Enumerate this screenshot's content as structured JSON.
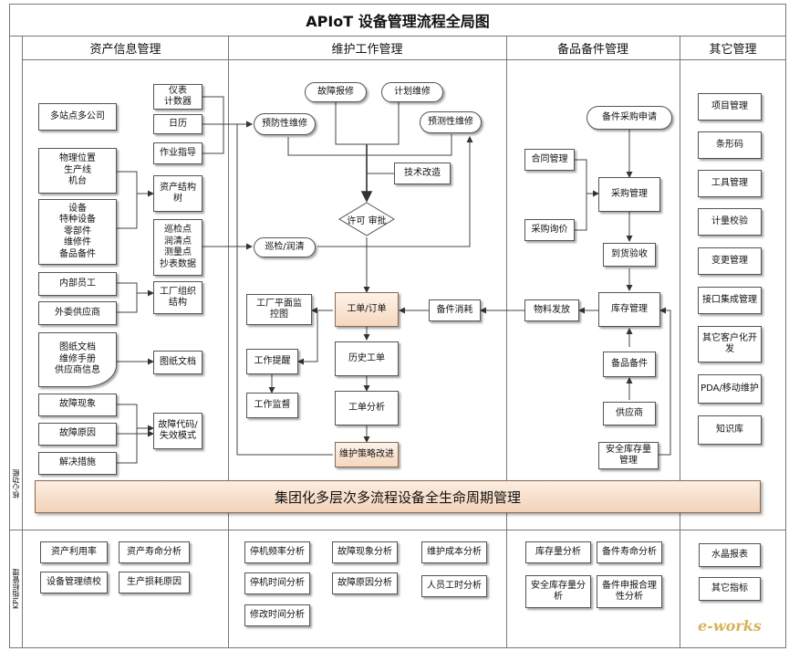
{
  "title": "APIoT   设备管理流程全局图",
  "side_labels": {
    "core": "核心功能",
    "kpi": "KPI指标管理"
  },
  "headers": {
    "asset": "资产信息管理",
    "maintenance": "维护工作管理",
    "spares": "备品备件管理",
    "other": "其它管理"
  },
  "asset": {
    "multi_site": "多站点多公司",
    "location": "物理位置\n生产线\n机台",
    "equipment": "设备\n特种设备\n零部件\n维修件\n备品备件",
    "staff": "内部员工",
    "supplier": "外委供应商",
    "docs": "图纸文档\n维修手册\n供应商信息",
    "fault_symptom": "故障现象",
    "fault_cause": "故障原因",
    "solution": "解决措施",
    "meter": "仪表\n计数器",
    "calendar": "日历",
    "job_guide": "作业指导",
    "structure_tree": "资产结构\n树",
    "inspection_points": "巡检点\n润清点\n测量点\n抄表数据",
    "factory_org": "工厂组织\n结构",
    "drawing_docs": "图纸文档",
    "fault_code": "故障代码/\n失效模式"
  },
  "maintenance": {
    "breakdown": "故障报修",
    "planned": "计划维修",
    "preventive": "预防性维修",
    "predictive": "预测性维修",
    "tech_change": "技术改造",
    "approval": "许可 审批",
    "inspection": "巡检/润清",
    "work_order": "工单/订单",
    "floor_plan": "工厂平面监\n控图",
    "reminder": "工作提醒",
    "supervision": "工作监督",
    "history": "历史工单",
    "analysis": "工单分析",
    "strategy": "维护策略改进",
    "spare_consume": "备件消耗"
  },
  "spares": {
    "purchase_request": "备件采购申请",
    "contract": "合同管理",
    "inquiry": "采购询价",
    "purchase_mgmt": "采购管理",
    "receiving": "到货验收",
    "material_issue": "物料发放",
    "inventory": "库存管理",
    "spare_parts": "备品备件",
    "vendor": "供应商",
    "safety_stock": "安全库存量\n管理"
  },
  "other": [
    "项目管理",
    "条形码",
    "工具管理",
    "计量校验",
    "变更管理",
    "接口集成管理",
    "其它客户化开\n发",
    "PDA/移动维护",
    "知识库"
  ],
  "banner": "集团化多层次多流程设备全生命周期管理",
  "kpi": {
    "asset": [
      "资产利用率",
      "资产寿命分析",
      "设备管理绩校",
      "生产损耗原因"
    ],
    "maintenance": [
      "停机频率分析",
      "故障现象分析",
      "维护成本分析",
      "停机时间分析",
      "故障原因分析",
      "人员工时分析",
      "修改时间分析"
    ],
    "spares": [
      "库存量分析",
      "备件寿命分析",
      "安全库存量分\n析",
      "备件申报合理\n性分析"
    ],
    "other": [
      "水晶报表",
      "其它指标"
    ]
  },
  "logo": "e-works",
  "colors": {
    "highlight_fill": "#f6d7bd",
    "line": "#555555"
  }
}
